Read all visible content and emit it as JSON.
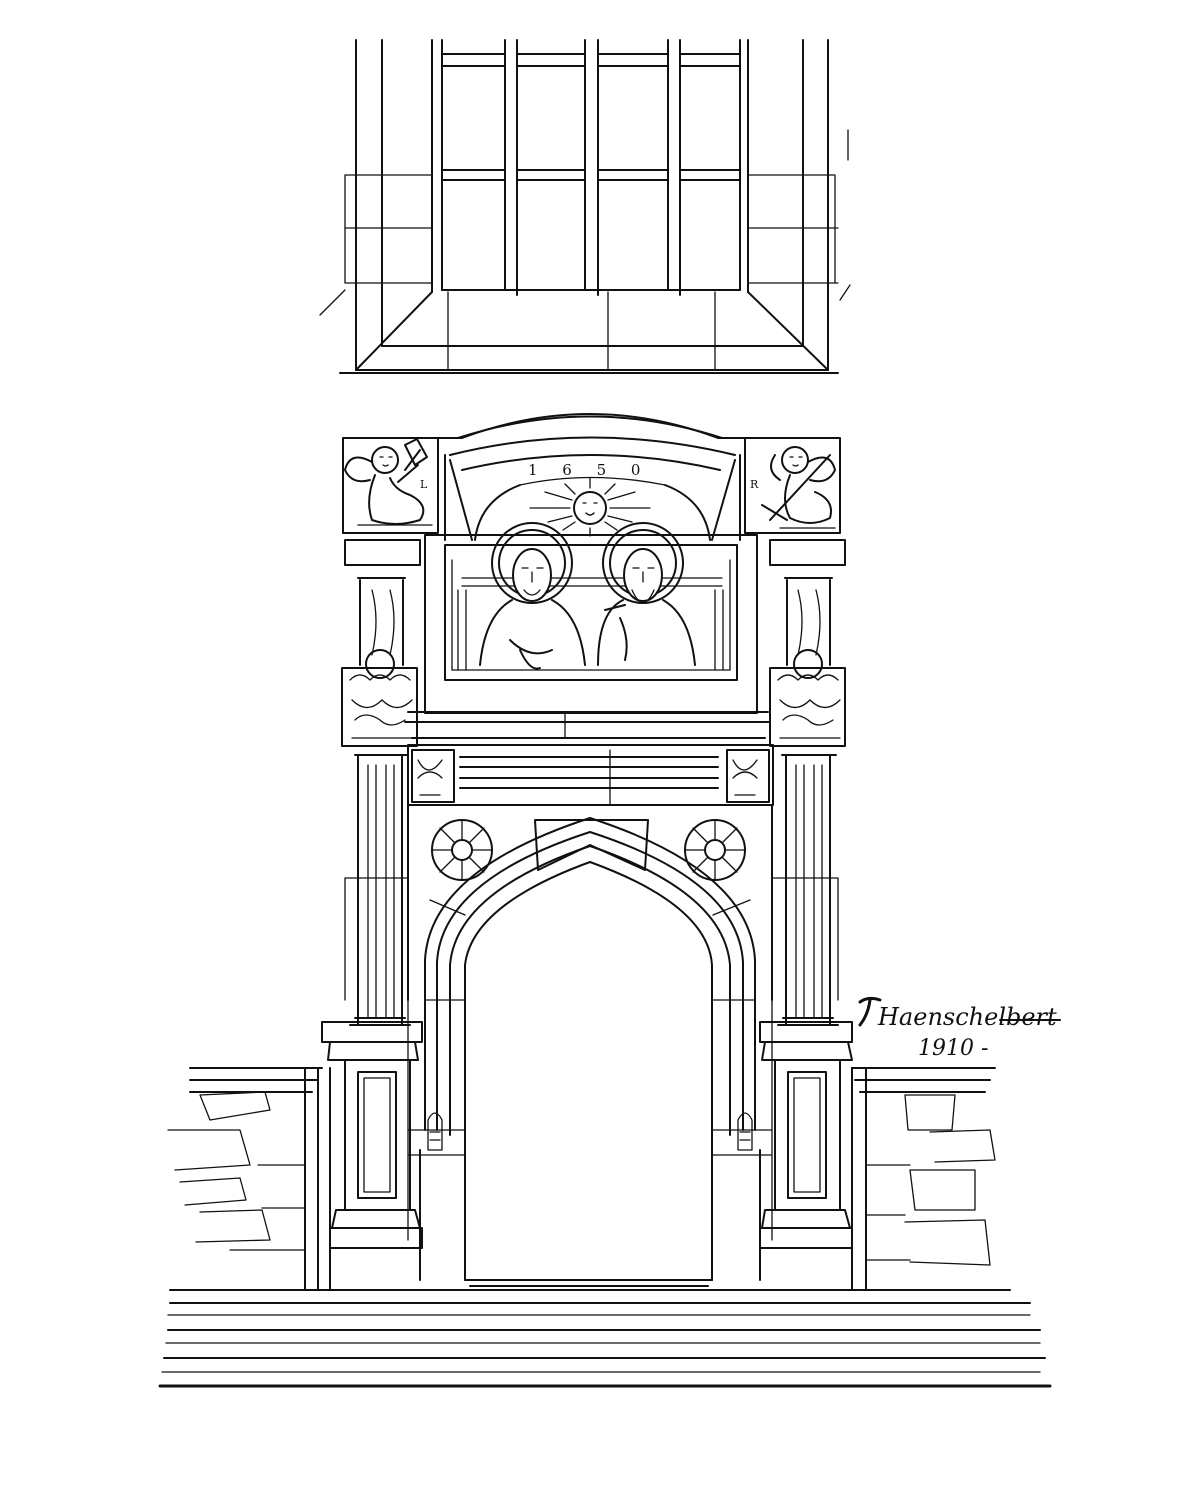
{
  "drawing": {
    "lintel_date": "1 6 5 0",
    "left_panel_letters": "L",
    "right_panel_letters": "R",
    "signature": "Haenschelbert",
    "signature_year": "1910 -"
  },
  "colors": {
    "ink": "#111111",
    "paper": "#ffffff"
  }
}
